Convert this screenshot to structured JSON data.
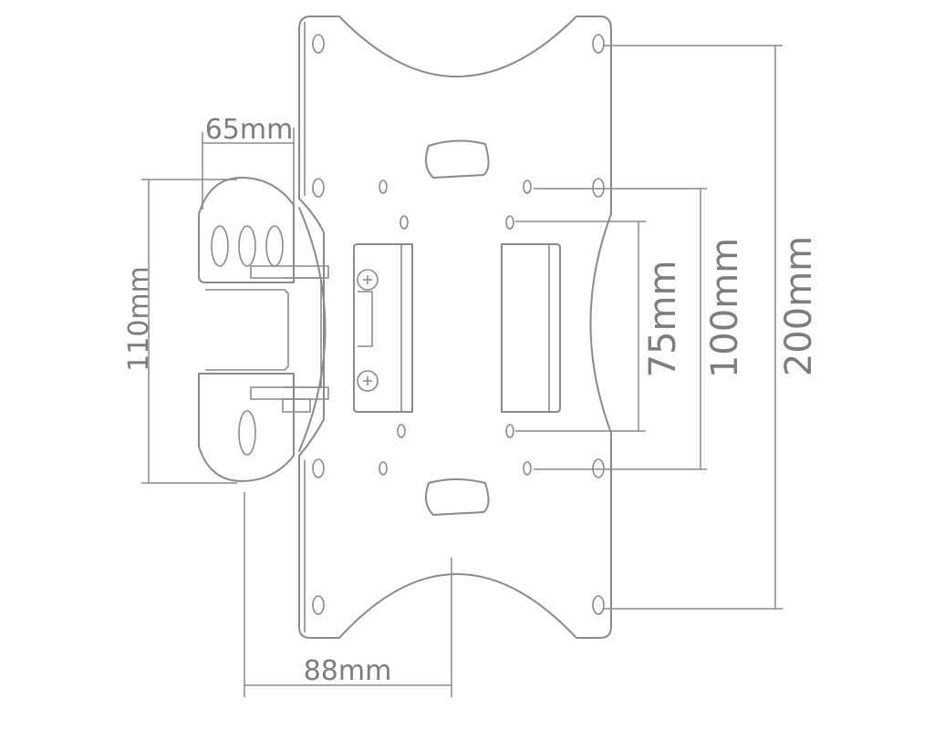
{
  "title": "VESA wall mount bracket dimensions",
  "dimensions": {
    "arm_depth_top": "65mm",
    "wall_plate_height": "110mm",
    "arm_extension": "88mm",
    "vesa_small": "75mm",
    "vesa_medium": "100mm",
    "vesa_large": "200mm"
  },
  "colors": {
    "line": "#8a8a8a",
    "text": "#7d7d7d"
  }
}
